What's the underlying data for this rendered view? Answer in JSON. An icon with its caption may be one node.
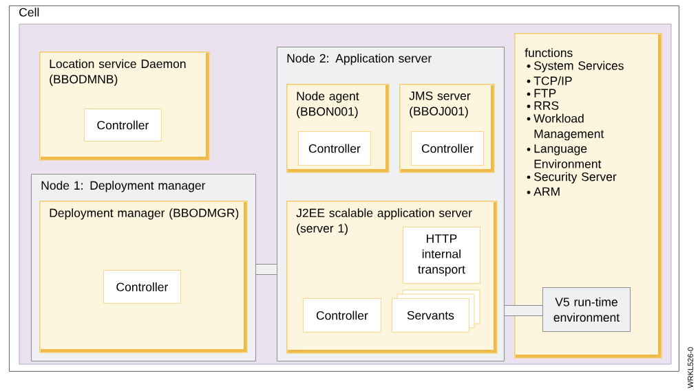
{
  "diagram": {
    "nodes": [
      {
        "text": [
          "Cell"
        ]
      },
      {
        "text": [
          "Location service Daemon (BBODMNB)"
        ],
        "in": 0
      },
      {
        "text": [
          "Controller"
        ],
        "in": 1
      },
      {
        "text": [
          "Node 1:  Deployment manager"
        ],
        "in": 0
      },
      {
        "text": [
          "Deployment manager (BBODMGR)"
        ],
        "in": 3
      },
      {
        "text": [
          "Controller"
        ],
        "in": 4
      },
      {
        "text": [
          "Node 2: Application server"
        ],
        "in": 0
      },
      {
        "text": [
          "Node agent (BBON001)"
        ],
        "in": 6
      },
      {
        "text": [
          "Controller"
        ],
        "in": 7
      },
      {
        "text": [
          "JMS server (BBOJ001)"
        ],
        "in": 6
      },
      {
        "text": [
          "Controller"
        ],
        "in": 9
      },
      {
        "text": [
          "J2EE scalable application server (server 1)"
        ],
        "in": 6
      },
      {
        "text": [
          "HTTP internal transport"
        ],
        "in": 11
      },
      {
        "text": [
          "Controller"
        ],
        "in": 11
      },
      {
        "text": [
          "Servants"
        ],
        "in": 11
      },
      {
        "text": [
          "functions",
          "System Services",
          "TCP/IP",
          "FTP",
          "RRS",
          "Workload Management",
          "Language Environment",
          "Security Server",
          "ARM"
        ],
        "in": 0
      },
      {
        "text": [
          "V5 run-time environment"
        ],
        "in": 15
      }
    ],
    "edges": [
      {
        "from": 3,
        "to": 6,
        "arrow": "none"
      },
      {
        "from": 6,
        "to": 16,
        "arrow": "none"
      }
    ],
    "labels": [
      "WRKL526-0"
    ]
  }
}
